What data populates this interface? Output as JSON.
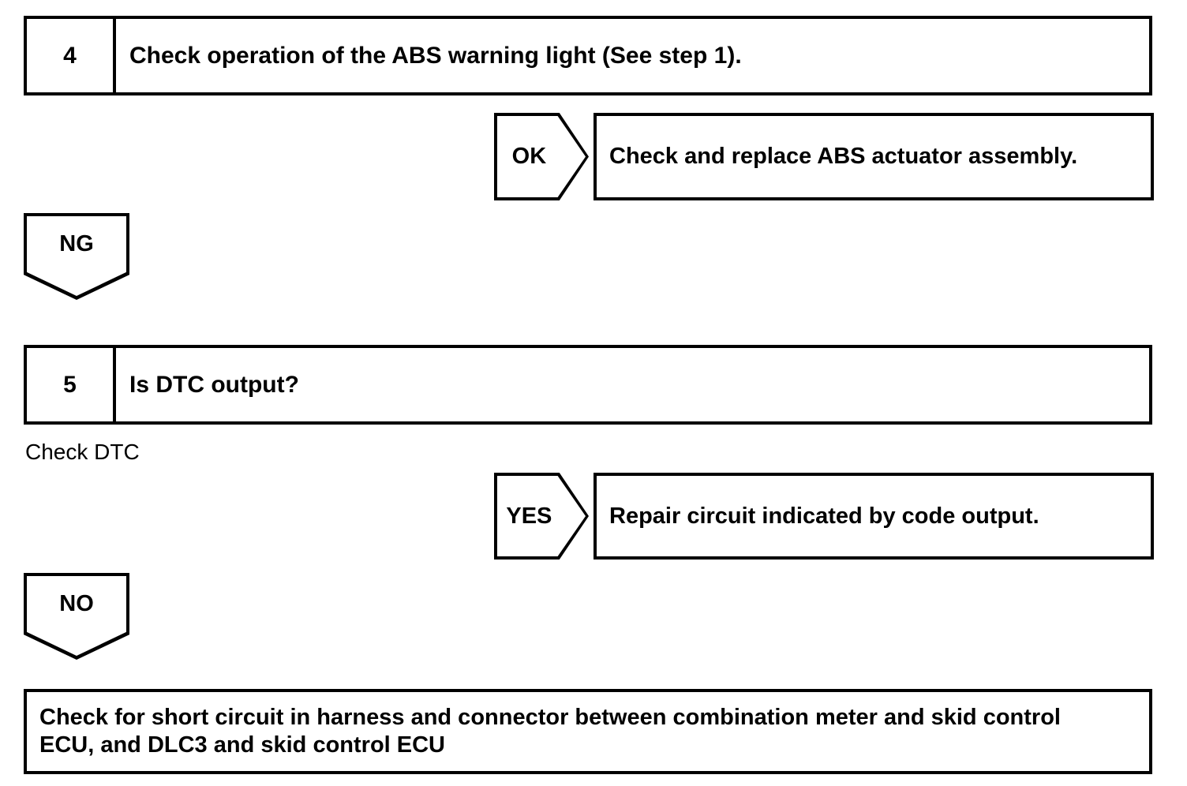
{
  "diagram": {
    "title": "ABS troubleshooting flowchart steps 4-5",
    "line_color": "#000000",
    "background_color": "#ffffff",
    "steps": [
      {
        "number": "4",
        "text": "Check operation of the ABS warning light (See step 1).",
        "caption": "",
        "branches": [
          {
            "tag": "OK",
            "direction": "right",
            "result": "Check and replace ABS actuator assembly."
          },
          {
            "tag": "NG",
            "direction": "down",
            "result": ""
          }
        ]
      },
      {
        "number": "5",
        "text": "Is DTC output?",
        "caption": "Check DTC",
        "branches": [
          {
            "tag": "YES",
            "direction": "right",
            "result": "Repair circuit indicated by code output."
          },
          {
            "tag": "NO",
            "direction": "down",
            "result": ""
          }
        ]
      }
    ],
    "final_box": {
      "line1": "Check for short circuit in harness and connector between combination meter and skid control",
      "line2": "ECU, and DLC3 and skid control ECU"
    }
  }
}
